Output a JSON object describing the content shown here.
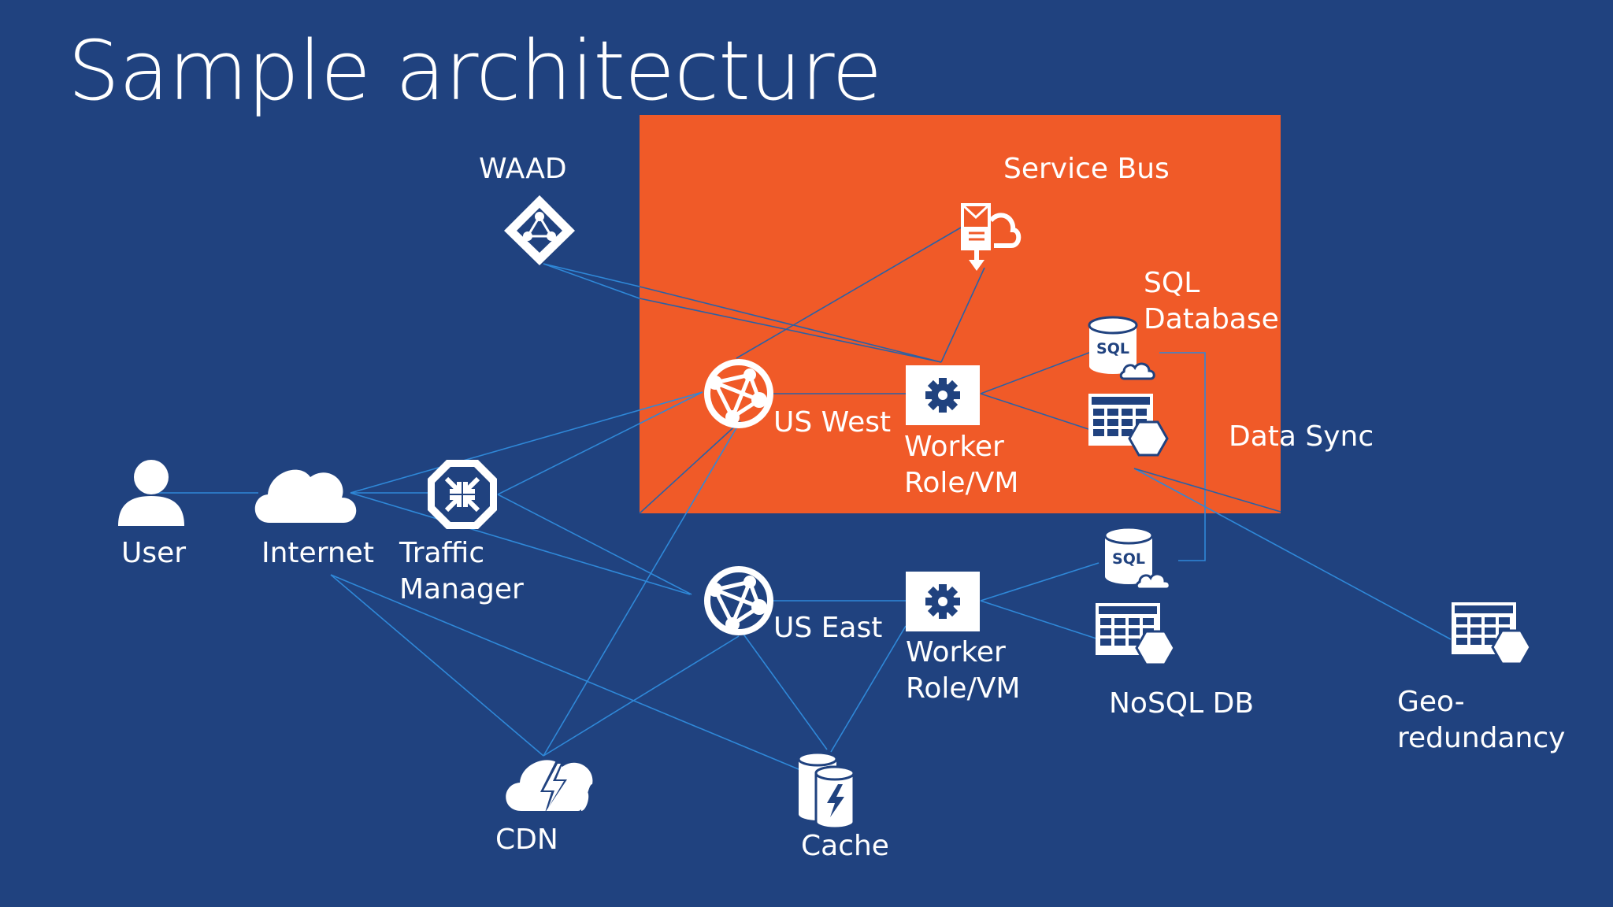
{
  "title": "Sample architecture",
  "colors": {
    "background": "#20427f",
    "region": "#f05a28",
    "line": "#2f88d8",
    "line_in_region": "#2a61a6",
    "icon": "#ffffff"
  },
  "nodes": {
    "waad": {
      "label": "WAAD",
      "icon": "waad-diamond-icon"
    },
    "service_bus": {
      "label": "Service Bus",
      "icon": "service-bus-icon"
    },
    "sql_database": {
      "label": "SQL\nDatabase",
      "icon": "sql-database-icon"
    },
    "data_sync": {
      "label": "Data Sync",
      "icon": "table-storage-icon"
    },
    "us_west": {
      "label": "US West",
      "icon": "website-globe-icon"
    },
    "worker_west": {
      "label": "Worker\nRole/VM",
      "icon": "gear-icon"
    },
    "user": {
      "label": "User",
      "icon": "user-icon"
    },
    "internet": {
      "label": "Internet",
      "icon": "cloud-icon"
    },
    "traffic_manager": {
      "label": "Traffic\nManager",
      "icon": "traffic-manager-icon"
    },
    "us_east": {
      "label": "US East",
      "icon": "website-globe-icon"
    },
    "worker_east": {
      "label": "Worker\nRole/VM",
      "icon": "gear-icon"
    },
    "sql_east": {
      "label": "",
      "icon": "sql-database-icon"
    },
    "nosql_db": {
      "label": "NoSQL DB",
      "icon": "table-storage-icon"
    },
    "geo_redundancy": {
      "label": "Geo-\nredundancy",
      "icon": "table-storage-icon"
    },
    "cdn": {
      "label": "CDN",
      "icon": "cdn-cloud-bolt-icon"
    },
    "cache": {
      "label": "Cache",
      "icon": "cache-cylinders-icon"
    }
  }
}
